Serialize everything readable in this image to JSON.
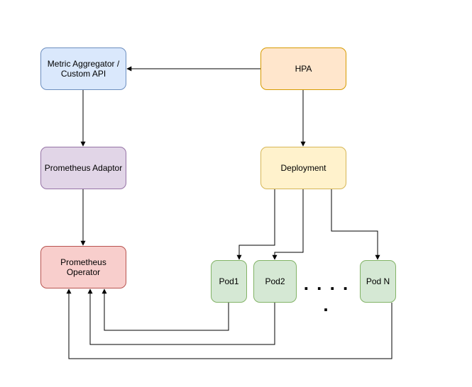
{
  "nodes": {
    "metric_aggregator": "Metric Aggregator / Custom API",
    "hpa": "HPA",
    "prometheus_adaptor": "Prometheus Adaptor",
    "deployment": "Deployment",
    "prometheus_operator": "Prometheus Operator",
    "pod1": "Pod1",
    "pod2": "Pod2",
    "pod_n": "Pod N"
  },
  "ellipsis": ". . . . .",
  "colors": {
    "metric_aggregator": "#dae8fc",
    "hpa": "#ffe6cc",
    "prometheus_adaptor": "#e1d5e7",
    "deployment": "#fff2cc",
    "prometheus_operator": "#f8cecc",
    "pods": "#d5e8d4",
    "edge": "#000000"
  }
}
